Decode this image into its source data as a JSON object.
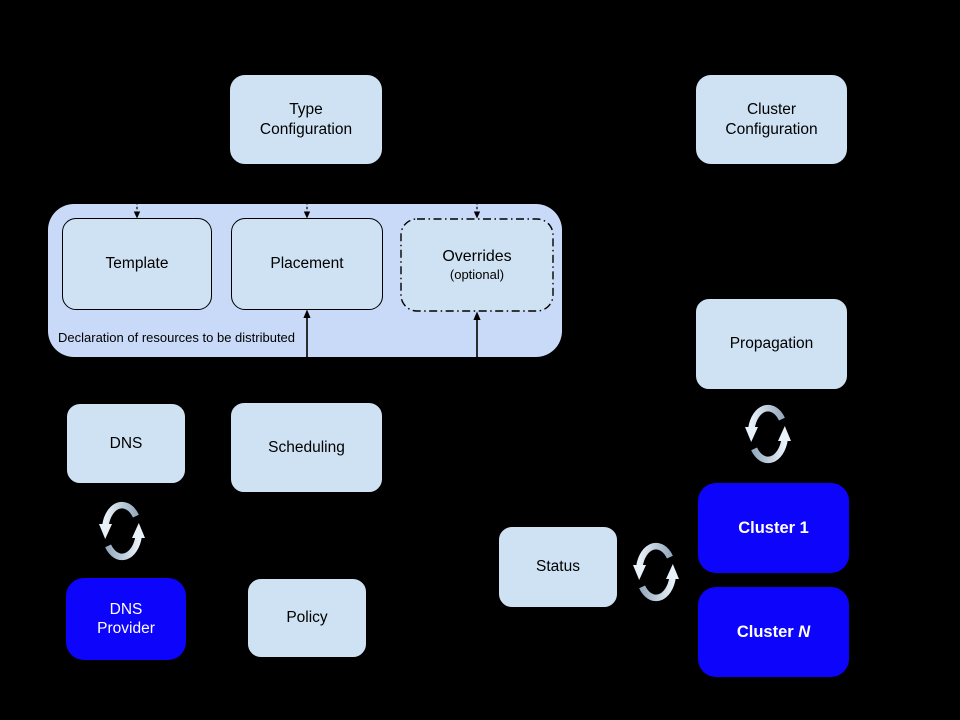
{
  "colors": {
    "background": "#000000",
    "light_box": "#cfe2f3",
    "container": "#c9daf8",
    "blue_box": "#0d04fb",
    "box_border": "#000000",
    "text_dark": "#000000",
    "text_light": "#ffffff",
    "sync_gray": "#97acc0",
    "sync_light": "#e9f1f9"
  },
  "icons": {
    "sync": "two curved cycle arrows (bidirectional sync)"
  },
  "nodes": {
    "type_configuration": {
      "label": "Type\nConfiguration"
    },
    "cluster_configuration": {
      "label": "Cluster\nConfiguration"
    },
    "template": {
      "label": "Template"
    },
    "placement": {
      "label": "Placement"
    },
    "overrides": {
      "label": "Overrides",
      "sublabel": "(optional)"
    },
    "dns": {
      "label": "DNS"
    },
    "scheduling": {
      "label": "Scheduling"
    },
    "dns_provider": {
      "label": "DNS\nProvider"
    },
    "policy": {
      "label": "Policy"
    },
    "propagation": {
      "label": "Propagation"
    },
    "status": {
      "label": "Status"
    },
    "cluster_1": {
      "label": "Cluster 1"
    },
    "cluster_n": {
      "prefix": "Cluster ",
      "suffix": "N"
    }
  },
  "container": {
    "caption": "Declaration of resources to be distributed"
  }
}
